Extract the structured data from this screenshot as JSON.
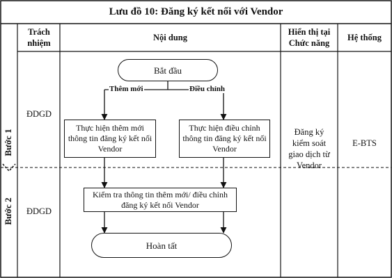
{
  "title": "Lưu đồ 10: Đăng ký kết nối với Vendor",
  "headers": {
    "responsibility": "Trách nhiệm",
    "content": "Nội dung",
    "display_at_function": "Hiển thị tại Chức năng",
    "system": "Hệ thống"
  },
  "steps": [
    {
      "label": "Bước 1",
      "responsibility": "ĐDGD"
    },
    {
      "label": "Bước 2",
      "responsibility": "ĐDGD"
    }
  ],
  "flow": {
    "start": "Bắt đầu",
    "branch_add": "Thêm mới",
    "branch_edit": "Điều chỉnh",
    "add_box": "Thực hiện thêm mới thông tin đăng ký kết nối Vendor",
    "edit_box": "Thực hiện điều chỉnh thông tin đăng ký kết nối Vendor",
    "check_box": "Kiểm tra thông tin thêm mới/ điều chỉnh đăng ký kết nối Vendor",
    "end": "Hoàn tất"
  },
  "display_at_function_value": "Đăng ký kiểm soát giao dịch từ Vendor",
  "system_value": "E-BTS"
}
